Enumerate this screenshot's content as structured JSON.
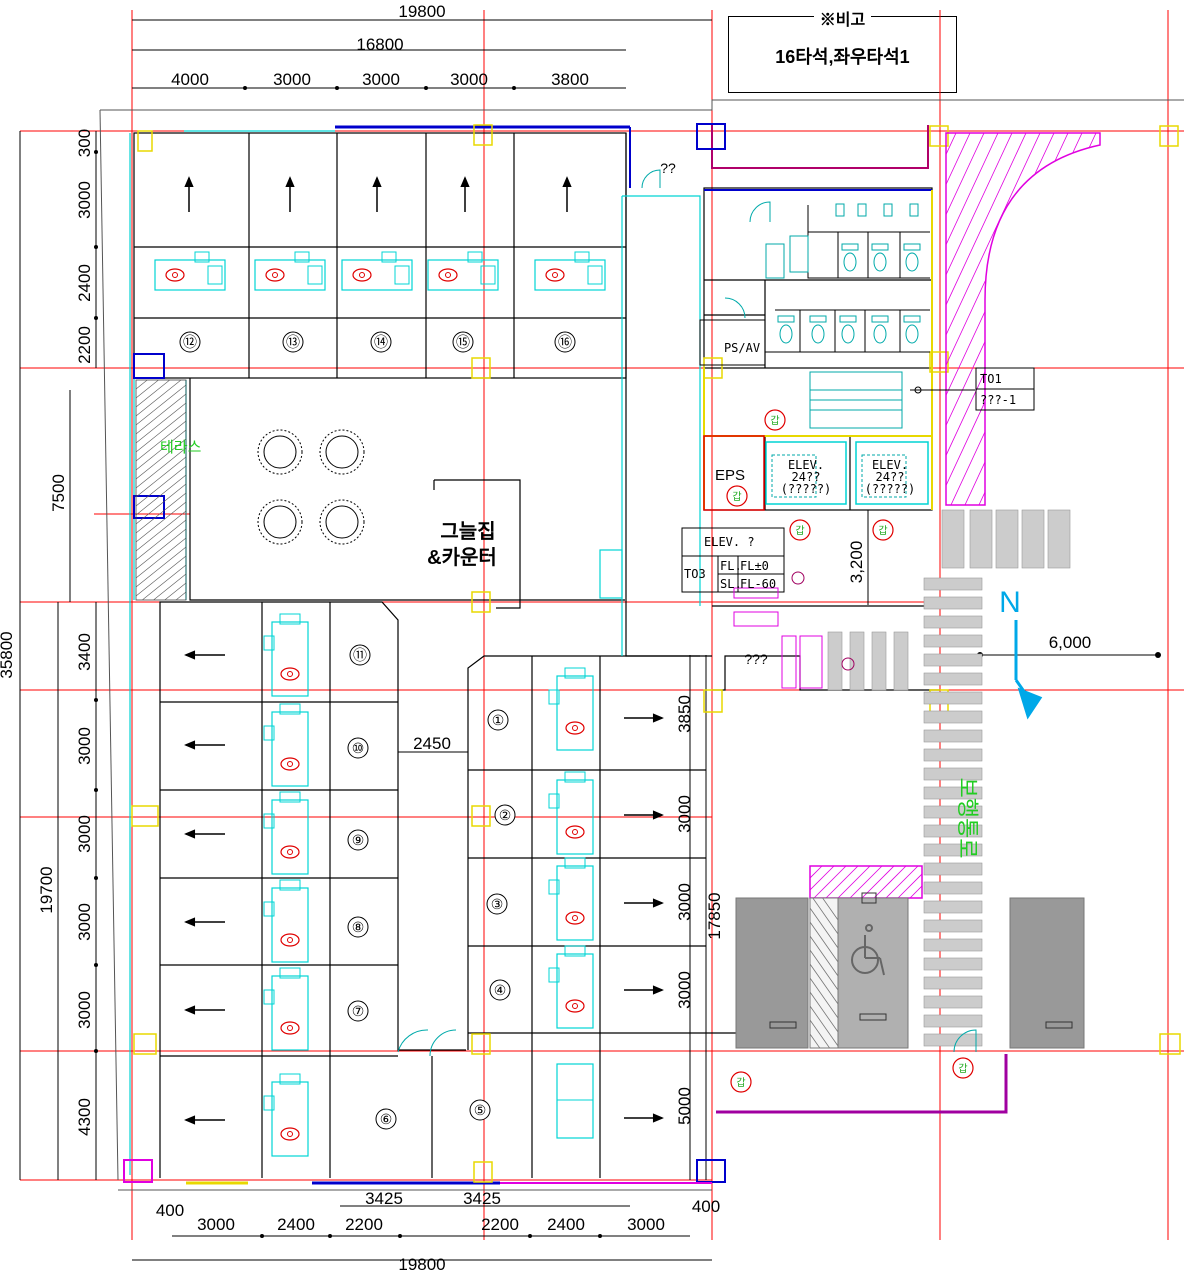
{
  "note": {
    "title": "※비고",
    "text": "16타석,좌우타석1"
  },
  "dims_top": {
    "total": "19800",
    "sub": "16800",
    "bays": [
      "4000",
      "3000",
      "3000",
      "3000",
      "3800"
    ]
  },
  "dims_left": {
    "total": "35800",
    "lower": "19700",
    "upper": [
      "300",
      "3000",
      "2400",
      "2200"
    ],
    "mid": "7500",
    "lower_parts": [
      "3400",
      "3000",
      "3000",
      "3000",
      "3000",
      "4300"
    ]
  },
  "dims_bottom": {
    "total": "19800",
    "bays": [
      "3000",
      "2400",
      "2200",
      "2200",
      "2400",
      "3000"
    ],
    "left": "400",
    "right": "400",
    "sub": [
      "3425",
      "3425"
    ]
  },
  "dims_misc": {
    "aisle": "2450",
    "d3200": "3,200",
    "d6000": "6,000",
    "d17850": "17850",
    "right_parts": [
      "3850",
      "3000",
      "3000",
      "3000",
      "5000"
    ]
  },
  "bays": {
    "top": [
      "⑫",
      "⑬",
      "⑭",
      "⑮",
      "⑯"
    ],
    "left": [
      "⑪",
      "⑩",
      "⑨",
      "⑧",
      "⑦",
      "⑥"
    ],
    "center": [
      "①",
      "②",
      "③",
      "④",
      "⑤"
    ]
  },
  "rooms": {
    "terrace": "테라스",
    "lounge": "그늘집",
    "counter": "&카운터",
    "ps": "PS/AV",
    "eps": "EPS",
    "elev1": [
      "ELEV.",
      "24??",
      "(?????)"
    ],
    "elev2": [
      "ELEV.",
      "24??",
      "(?????)"
    ],
    "q1": "??",
    "q2": "???",
    "walkway": "보행통로",
    "gap": "갑"
  },
  "tags": {
    "t01": "TO1",
    "t01sub": "???-1",
    "elev": "ELEV. ?",
    "t03": "TO3",
    "fl": "FL.",
    "flv": "FL±0",
    "sl": "SL.",
    "slv": "FL-60"
  },
  "north": "N",
  "colors": {
    "grid": "#ff0000",
    "wall": "#000000",
    "blue": "#0000cc",
    "cyan": "#00d4d4",
    "magenta": "#e000e0",
    "yellow": "#e8d800",
    "green": "#22cc22"
  }
}
